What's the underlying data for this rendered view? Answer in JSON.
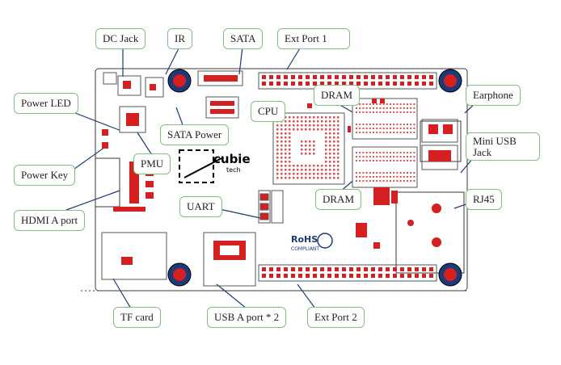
{
  "labels": {
    "dc_jack": "DC Jack",
    "ir": "IR",
    "sata": "SATA",
    "ext_port_1": "Ext Port 1",
    "power_led": "Power LED",
    "earphone": "Earphone",
    "dram_top": "DRAM",
    "cpu": "CPU",
    "sata_power": "SATA Power",
    "mini_usb_jack": "Mini USB Jack",
    "pmu": "PMU",
    "power_key": "Power Key",
    "uart": "UART",
    "dram_bottom": "DRAM",
    "rj45": "RJ45",
    "hdmi_a_port": "HDMI A port",
    "tf_card": "TF card",
    "usb_a_port": "USB A port * 2",
    "ext_port_2": "Ext Port 2"
  },
  "board": {
    "logo_text": "cubie",
    "logo_subtext": "tech",
    "rohs_mark": "RoHS",
    "rohs_sub": "COMPLIANT",
    "colors": {
      "outline": "#3a3a3a",
      "component_red": "#d42020",
      "callout_border": "#7ec27e",
      "leader_line": "#1a3a78"
    }
  }
}
